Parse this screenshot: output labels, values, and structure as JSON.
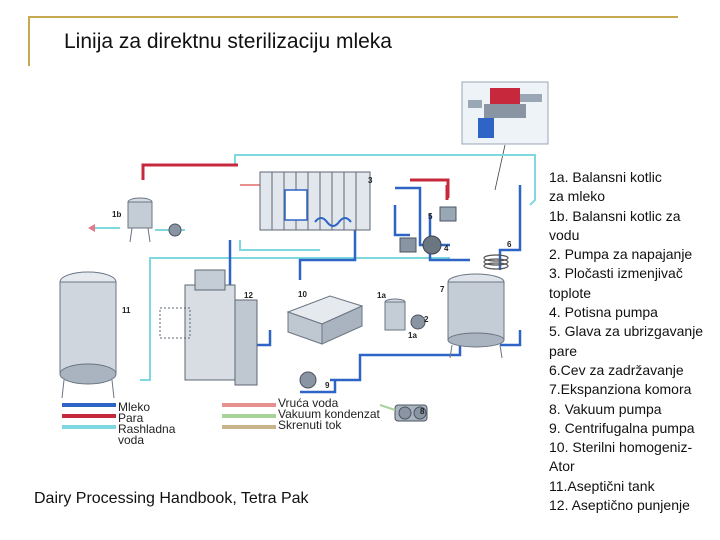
{
  "title": "Linija za direktnu sterilizaciju mleka",
  "credit": "Dairy Processing Handbook, Tetra Pak",
  "legend_left": [
    "Mleko",
    "Para",
    "Rashladna",
    "voda"
  ],
  "legend_right": [
    "Vruća voda",
    "Vakuum kondenzat",
    "Skrenuti tok"
  ],
  "component_list": [
    "1a. Balansni kotlic",
    "za mleko",
    "1b. Balansni kotlic za",
    "vodu",
    "2. Pumpa za napajanje",
    "3. Pločasti izmenjivač",
    "toplote",
    "4. Potisna pumpa",
    "5. Glava za ubrizgavanje",
    "pare",
    "6.Cev za zadržavanje",
    "7.Ekspanziona komora",
    "8. Vakuum pumpa",
    "9. Centrifugalna pumpa",
    "10. Sterilni homogeniz-",
    "Ator",
    "11.Aseptični tank",
    "12. Aseptično punjenje"
  ],
  "diagram_labels": {
    "n1a_a": "1a",
    "n1a_b": "1a",
    "n1b": "1b",
    "n2": "2",
    "n3": "3",
    "n4": "4",
    "n5": "5",
    "n6": "6",
    "n7": "7",
    "n8": "8",
    "n9": "9",
    "n10": "10",
    "n11": "11",
    "n12": "12"
  },
  "colors": {
    "milk": "#2e64c6",
    "steam": "#c8283c",
    "cooling_water": "#7fd7e0",
    "hot_water": "#e88f8f",
    "vacuum_condensate": "#a7d39a",
    "diverted_flow": "#c9b48c",
    "frame": "#c7a94f"
  }
}
